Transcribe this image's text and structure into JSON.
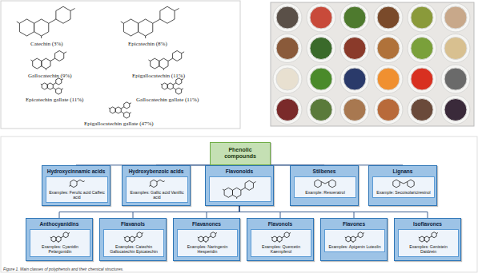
{
  "diagram": {
    "caption": "Figure 1. Main classes of polyphenols and their chemical structures.",
    "nodes": [
      {
        "text": [
          "Phenolic compounds"
        ]
      },
      {
        "text": [
          "Hydroxycinnamic acids"
        ]
      },
      {
        "text": [
          "Examples: Ferulic acid Caffeic acid"
        ],
        "in": 1
      },
      {
        "text": [
          "Hydroxybenzoic acids"
        ]
      },
      {
        "text": [
          "Examples: Gallic acid Vanillic acid"
        ],
        "in": 3
      },
      {
        "text": [
          "Flavonoids"
        ]
      },
      {
        "text": [
          "Stilbenes"
        ]
      },
      {
        "text": [
          "Example: Resveratrol"
        ],
        "in": 6
      },
      {
        "text": [
          "Lignans"
        ]
      },
      {
        "text": [
          "Example: Secoisolariciresinol"
        ],
        "in": 8
      },
      {
        "text": [
          "Anthocyanidins"
        ]
      },
      {
        "text": [
          "Examples: Cyanidin Pelargonidin"
        ],
        "in": 10
      },
      {
        "text": [
          "Flavanols"
        ]
      },
      {
        "text": [
          "Examples: Catechin Gallocatechin Epicatechin"
        ],
        "in": 12
      },
      {
        "text": [
          "Flavanones"
        ]
      },
      {
        "text": [
          "Examples: Naringenin Hesperidin"
        ],
        "in": 14
      },
      {
        "text": [
          "Flavonols"
        ]
      },
      {
        "text": [
          "Examples: Quercetin Kaempferol"
        ],
        "in": 16
      },
      {
        "text": [
          "Flavones"
        ]
      },
      {
        "text": [
          "Examples: Apigenin Luteolin"
        ],
        "in": 18
      },
      {
        "text": [
          "Isoflavones"
        ]
      },
      {
        "text": [
          "Examples: Genistein Daidzein"
        ],
        "in": 20
      }
    ],
    "edges": [
      {
        "from": 0,
        "to": 1,
        "arrow": "none"
      },
      {
        "from": 0,
        "to": 3,
        "arrow": "none"
      },
      {
        "from": 0,
        "to": 5,
        "arrow": "none"
      },
      {
        "from": 0,
        "to": 6,
        "arrow": "none"
      },
      {
        "from": 0,
        "to": 8,
        "arrow": "none"
      },
      {
        "from": 5,
        "to": 10,
        "arrow": "none"
      },
      {
        "from": 5,
        "to": 12,
        "arrow": "none"
      },
      {
        "from": 5,
        "to": 14,
        "arrow": "none"
      },
      {
        "from": 5,
        "to": 16,
        "arrow": "none"
      },
      {
        "from": 5,
        "to": 18,
        "arrow": "none"
      },
      {
        "from": 5,
        "to": 20,
        "arrow": "none"
      }
    ],
    "labels": [
      "Catechin (3%)",
      "Epicatechin (8%)",
      "Gallocatechin (9%)",
      "Epigallocatechin (11%)",
      "Epicatechin gallate (11%)",
      "Gallocatechin gallate (11%)",
      "Epigallocatechin gallate (47%)"
    ]
  }
}
